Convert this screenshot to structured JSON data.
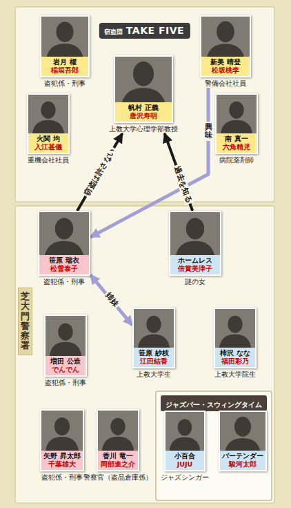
{
  "diagram": {
    "nodes": [
      {
        "text": [
          "窃盗団",
          "TAKE FIVE"
        ]
      },
      {
        "text": [
          "岩月 櫂",
          "稲垣吾郎",
          "盗犯係・刑事"
        ],
        "in": 0
      },
      {
        "text": [
          "帆村 正義",
          "唐沢寿明",
          "上教大学心理学部教授"
        ],
        "in": 0
      },
      {
        "text": [
          "新美 晴登",
          "松坂桃李",
          "警備会社社員"
        ],
        "in": 0
      },
      {
        "text": [
          "火関 均",
          "入江甚儀",
          "重機会社社員"
        ],
        "in": 0
      },
      {
        "text": [
          "南 真一",
          "六角精児",
          "病院薬剤師"
        ],
        "in": 0
      },
      {
        "text": [
          "芝大門警察署"
        ]
      },
      {
        "text": [
          "笹原 瑞衣",
          "松雪泰子",
          "盗犯係・刑事"
        ],
        "in": 6
      },
      {
        "text": [
          "ホームレス",
          "倍賞美津子",
          "謎の女"
        ],
        "in": 6
      },
      {
        "text": [
          "笹原 紗枝",
          "江田結香",
          "上教大学生"
        ],
        "in": 6
      },
      {
        "text": [
          "柿沢 なな",
          "福田彩乃",
          "上教大学院生"
        ],
        "in": 6
      },
      {
        "text": [
          "増田 公造",
          "でんでん",
          "盗犯係・刑事"
        ],
        "in": 6
      },
      {
        "text": [
          "矢野 昇太郎",
          "千葉雄大",
          "盗犯係・刑事"
        ],
        "in": 6
      },
      {
        "text": [
          "香川 竜一",
          "岡部進之介",
          "警察官（盗品倉庫係）"
        ],
        "in": 6
      },
      {
        "text": [
          "ジャズバー・スウィングタイム"
        ],
        "in": 6
      },
      {
        "text": [
          "小百合",
          "JUJU",
          "ジャズシンガー"
        ],
        "in": 14
      },
      {
        "text": [
          "バーテンダー",
          "駿河太郎"
        ],
        "in": 14
      }
    ],
    "edges": [
      {
        "from": 7,
        "to": 2,
        "label": "窃盗は許さない",
        "arrow": "to"
      },
      {
        "from": 8,
        "to": 2,
        "label": "過去を知る",
        "arrow": "to"
      },
      {
        "from": 3,
        "to": 7,
        "label": "興味",
        "arrow": "to"
      },
      {
        "from": 7,
        "to": 9,
        "label": "姉妹",
        "arrow": "both"
      }
    ]
  }
}
